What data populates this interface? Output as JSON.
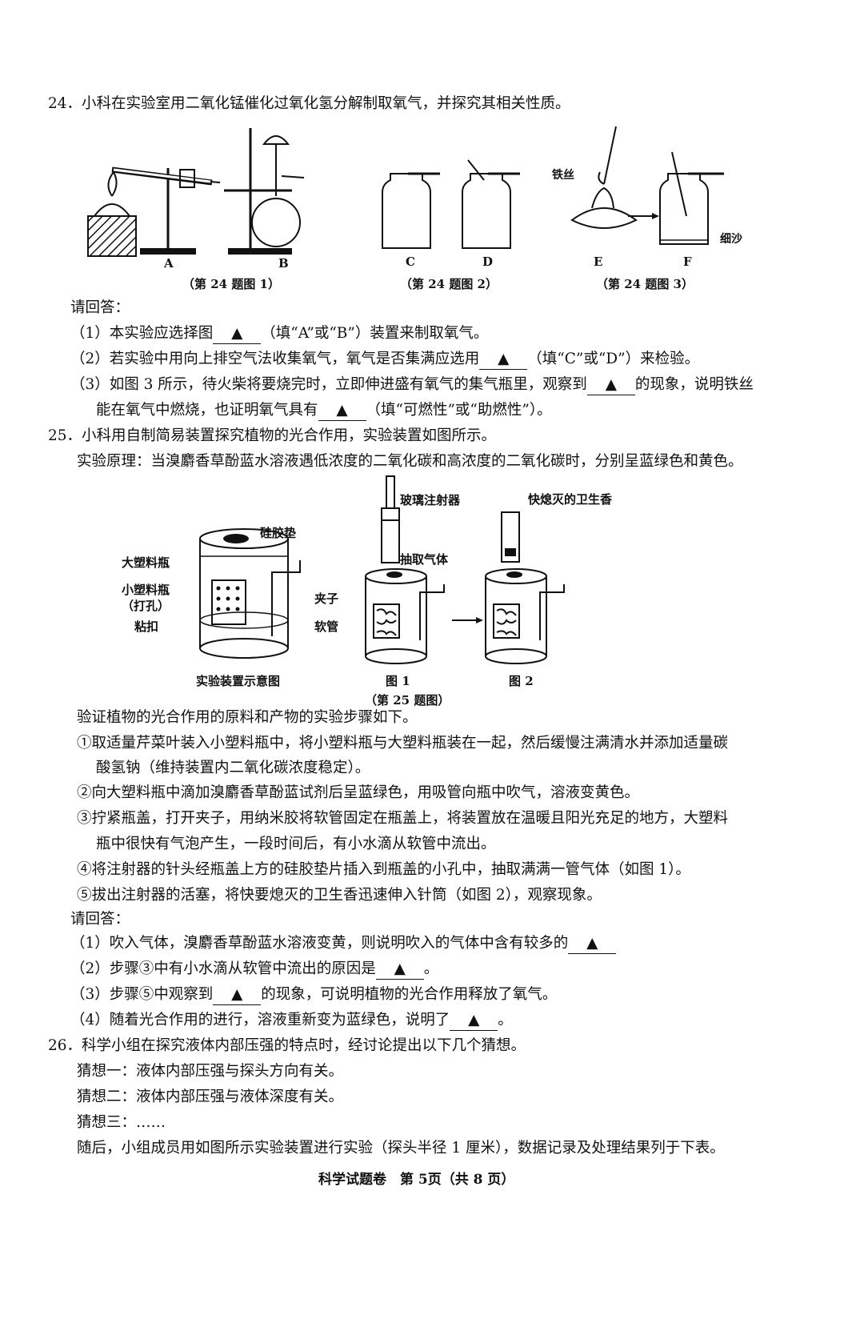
{
  "q24": {
    "stem": "24．小科在实验室用二氧化锰催化过氧化氢分解制取氧气，并探究其相关性质。",
    "labels": {
      "a": "A",
      "b": "B",
      "c": "C",
      "d": "D",
      "e": "E",
      "f": "F",
      "iron_wire": "铁丝",
      "fine_sand": "细沙"
    },
    "captions": [
      "（第 24 题图 1）",
      "（第 24 题图 2）",
      "（第 24 题图 3）"
    ],
    "prompt": "请回答：",
    "sub1_a": "（1）本实验应选择图",
    "sub1_b": "（填“A”或“B”）装置来制取氧气。",
    "sub2_a": "（2）若实验中用向上排空气法收集氧气，氧气是否集满应选用",
    "sub2_b": "（填“C”或“D”）来检验。",
    "sub3_a": "（3）如图 3 所示，待火柴将要烧完时，立即伸进盛有氧气的集气瓶里，观察到",
    "sub3_b": "的现象，说明铁丝",
    "sub3_c": "能在氧气中燃烧，也证明氧气具有",
    "sub3_d": "（填“可燃性”或“助燃性”）。"
  },
  "q25": {
    "stem": "25．小科用自制简易装置探究植物的光合作用，实验装置如图所示。",
    "principle": "实验原理：当溴麝香草酚蓝水溶液遇低浓度的二氧化碳和高浓度的二氧化碳时，分别呈蓝绿色和黄色。",
    "labels": {
      "silicone_pad": "硅胶垫",
      "big_bottle": "大塑料瓶",
      "small_bottle": "小塑料瓶",
      "punched": "（打孔）",
      "velcro": "粘扣",
      "clip": "夹子",
      "hose": "软管",
      "syringe": "玻璃注射器",
      "draw_gas": "抽取气体",
      "incense": "快熄灭的卫生香",
      "diagram": "实验装置示意图",
      "fig1": "图 1",
      "fig2": "图 2"
    },
    "caption": "（第 25 题图）",
    "steps_intro": "验证植物的光合作用的原料和产物的实验步骤如下。",
    "step1a": "①取适量芹菜叶装入小塑料瓶中，将小塑料瓶与大塑料瓶装在一起，然后缓慢注满清水并添加适量碳",
    "step1b": "酸氢钠（维持装置内二氧化碳浓度稳定）。",
    "step2": "②向大塑料瓶中滴加溴麝香草酚蓝试剂后呈蓝绿色，用吸管向瓶中吹气，溶液变黄色。",
    "step3a": "③拧紧瓶盖，打开夹子，用纳米胶将软管固定在瓶盖上，将装置放在温暖且阳光充足的地方，大塑料",
    "step3b": "瓶中很快有气泡产生，一段时间后，有小水滴从软管中流出。",
    "step4": "④将注射器的针头经瓶盖上方的硅胶垫片插入到瓶盖的小孔中，抽取满满一管气体（如图 1）。",
    "step5": "⑤拔出注射器的活塞，将快要熄灭的卫生香迅速伸入针筒（如图 2），观察现象。",
    "prompt": "请回答：",
    "sub1": "（1）吹入气体，溴麝香草酚蓝水溶液变黄，则说明吹入的气体中含有较多的",
    "sub2_a": "（2）步骤③中有小水滴从软管中流出的原因是",
    "sub2_b": "。",
    "sub3_a": "（3）步骤⑤中观察到",
    "sub3_b": "的现象，可说明植物的光合作用释放了氧气。",
    "sub4_a": "（4）随着光合作用的进行，溶液重新变为蓝绿色，说明了",
    "sub4_b": "。"
  },
  "q26": {
    "stem": "26．科学小组在探究液体内部压强的特点时，经讨论提出以下几个猜想。",
    "guess1": "猜想一：液体内部压强与探头方向有关。",
    "guess2": "猜想二：液体内部压强与液体深度有关。",
    "guess3": "猜想三：……",
    "followup": "随后，小组成员用如图所示实验装置进行实验（探头半径 1 厘米），数据记录及处理结果列于下表。"
  },
  "blank_mark": "▲",
  "footer": "科学试题卷　第 5页（共 8 页）"
}
